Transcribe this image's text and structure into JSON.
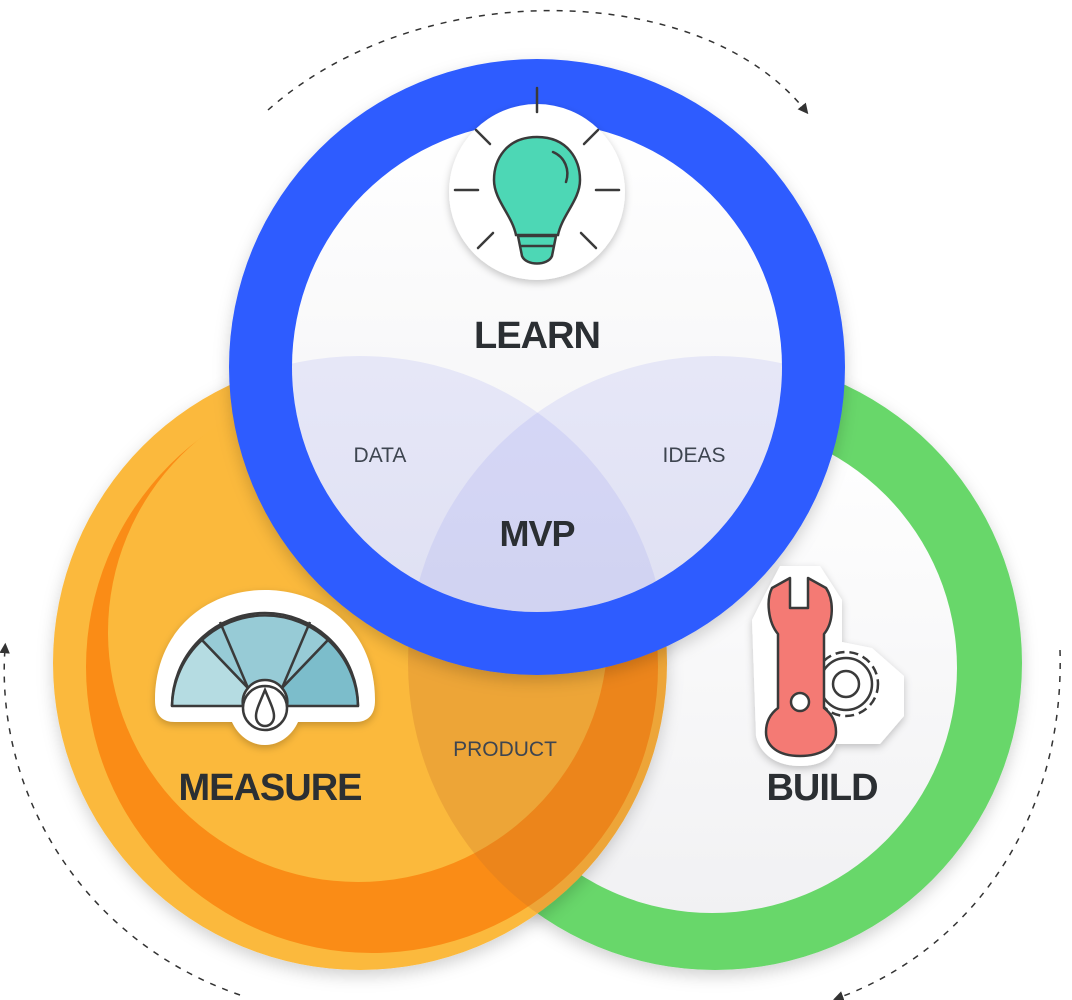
{
  "diagram": {
    "labels": {
      "learn": "LEARN",
      "measure": "MEASURE",
      "build": "BUILD",
      "center": "MVP",
      "data": "DATA",
      "ideas": "IDEAS",
      "product": "PRODUCT"
    },
    "colors": {
      "learn_ring": "#2E5BFF",
      "measure_ring": "#FBB93C",
      "measure_ring_dark": "#FA8C16",
      "build_ring": "#67D76A",
      "bulb": "#4DD7B5",
      "wrench": "#F47A74",
      "gauge_light": "#B5DCE2",
      "gauge_mid": "#97CBD6",
      "gauge_dark": "#7CBDCB",
      "text": "#2B2F33"
    },
    "icons": {
      "learn": "lightbulb-icon",
      "measure": "gauge-icon",
      "build": "wrench-gear-icon"
    }
  }
}
